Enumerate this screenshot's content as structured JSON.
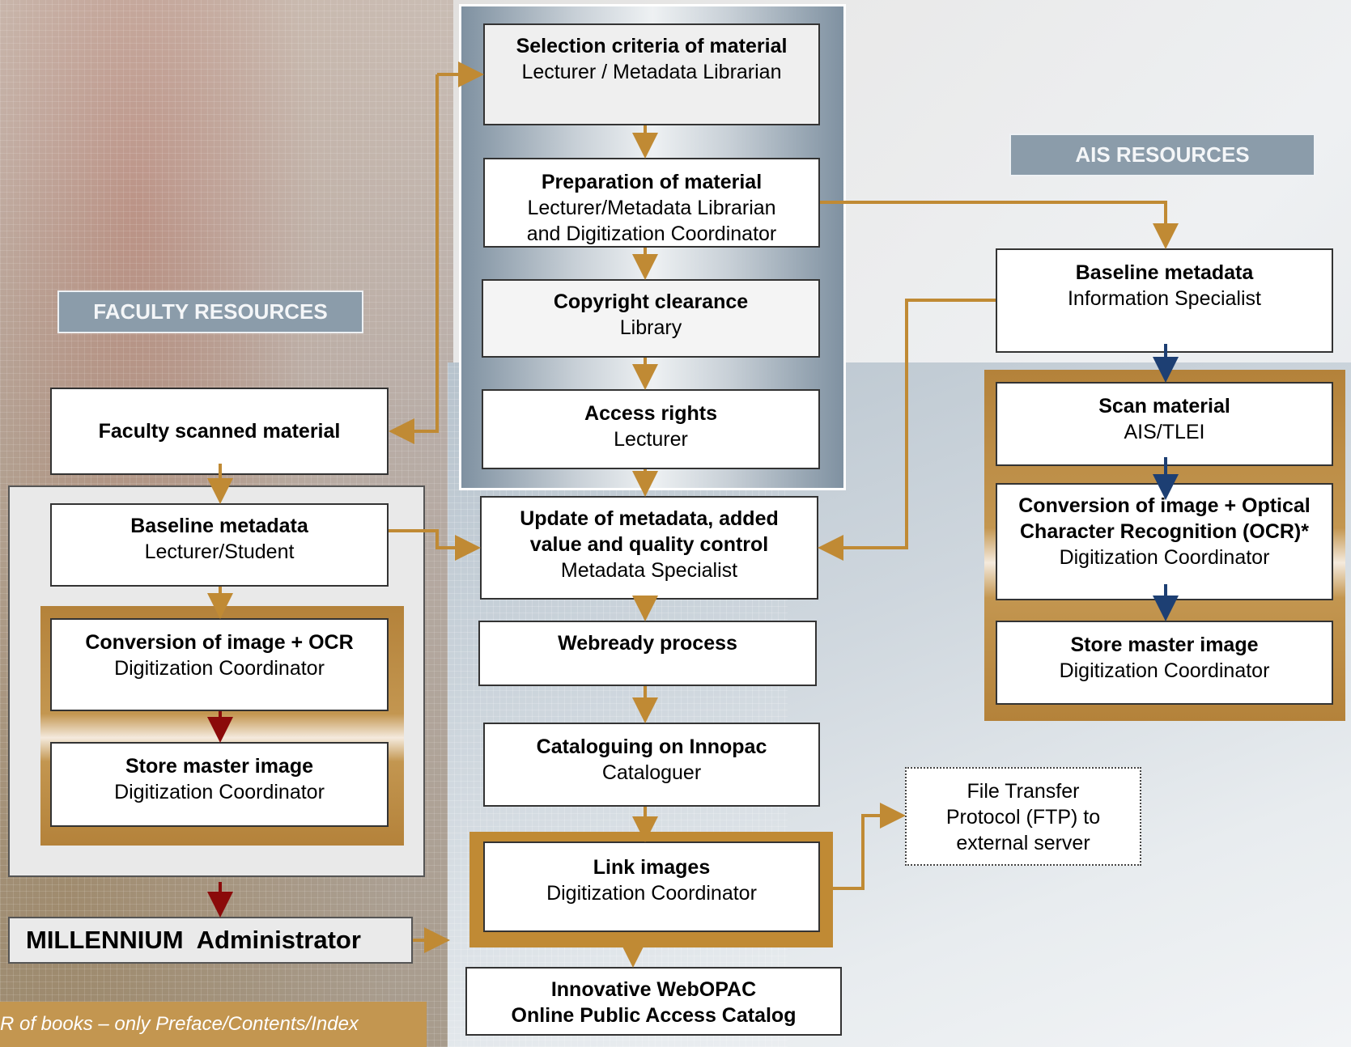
{
  "labels": {
    "faculty_resources": "FACULTY RESOURCES",
    "ais_resources": "AIS RESOURCES"
  },
  "center": {
    "selection": {
      "title": "Selection criteria of material",
      "role": "Lecturer / Metadata Librarian"
    },
    "preparation": {
      "title": "Preparation of material",
      "role_line1": "Lecturer/Metadata Librarian",
      "role_line2": "and Digitization Coordinator"
    },
    "copyright": {
      "title": "Copyright clearance",
      "role": "Library"
    },
    "access": {
      "title": "Access rights",
      "role": "Lecturer"
    },
    "update": {
      "title_line1": "Update of metadata, added",
      "title_line2": "value and quality control",
      "role": "Metadata Specialist"
    },
    "webready": {
      "title": "Webready process"
    },
    "cataloguing": {
      "title": "Cataloguing on Innopac",
      "role": "Cataloguer"
    },
    "link": {
      "title": "Link images",
      "role": "Digitization Coordinator"
    },
    "webopac": {
      "title_line1": "Innovative WebOPAC",
      "title_line2": "Online Public Access Catalog"
    }
  },
  "faculty": {
    "scanned": {
      "title": "Faculty scanned material"
    },
    "baseline": {
      "title": "Baseline metadata",
      "role": "Lecturer/Student"
    },
    "conversion": {
      "title": "Conversion of image + OCR",
      "role": "Digitization Coordinator"
    },
    "store": {
      "title": "Store master image",
      "role": "Digitization Coordinator"
    }
  },
  "ais": {
    "baseline": {
      "title": "Baseline metadata",
      "role": "Information Specialist"
    },
    "scan": {
      "title": "Scan material",
      "role": "AIS/TLEI"
    },
    "conversion": {
      "title_line1": "Conversion of image + Optical",
      "title_line2": "Character Recognition (OCR)*",
      "role": "Digitization Coordinator"
    },
    "store": {
      "title": "Store master image",
      "role": "Digitization Coordinator"
    }
  },
  "ftp": {
    "line1": "File Transfer",
    "line2": "Protocol (FTP) to",
    "line3": "external server"
  },
  "millennium": "MILLENNIUM  Administrator",
  "footnote": "R of books – only Preface/Contents/Index",
  "colors": {
    "gold": "#c08a34",
    "blue_arrow": "#1d3f73",
    "red_arrow": "#8b0a0a",
    "banner": "#8b9caa"
  }
}
